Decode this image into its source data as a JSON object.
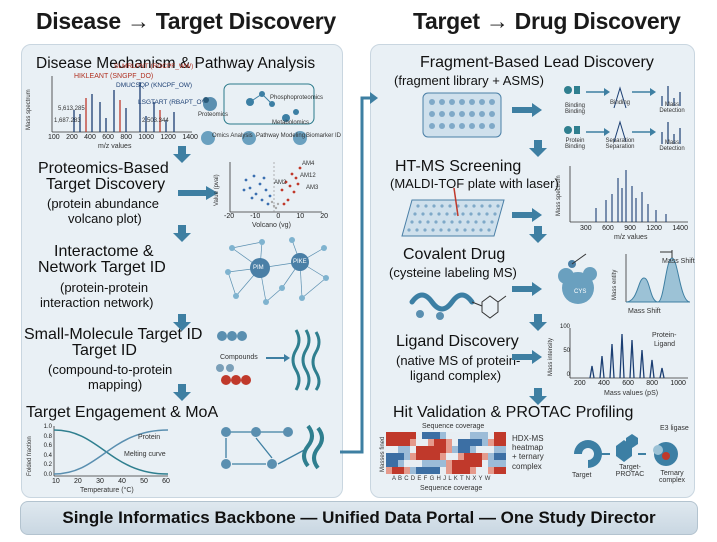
{
  "headers": {
    "left": "Disease → Target Discovery",
    "right": "Target → Drug Discovery"
  },
  "left": {
    "s1": {
      "title": "Disease Mechanism & Pathway Analysis",
      "xlabel": "m/z values",
      "ylabel": "Mass spectrum",
      "ticks": [
        "100",
        "200",
        "400",
        "600",
        "800",
        "1000",
        "1200",
        "1400"
      ],
      "peaks": [
        "HIKLEANT (SNGPF_DO)",
        "SLMRLPNT (RGCPF_WW)",
        "DMUCSQP (KNCPF_OW)",
        "LSGTART (RBAPT_OV)",
        "5,613.285",
        "1,687.283",
        "2,503.344"
      ],
      "icons": [
        "Proteomics",
        "Phosphoproteomics",
        "Metabolomics",
        "Omics Analysis",
        "Pathway Modeling",
        "Biomarker ID"
      ]
    },
    "s2": {
      "title1": "Proteomics-Based",
      "title2": "Target Discovery",
      "sub1": "(protein abundance",
      "sub2": "volcano plot)",
      "xlabel": "Volcano (vg)",
      "ylabel": "Value (pval)",
      "xticks": [
        "-20",
        "-10",
        "0",
        "10",
        "20"
      ],
      "labels": [
        "AM4",
        "AM12",
        "AM2",
        "AM3"
      ]
    },
    "s3": {
      "title1": "Interactome &",
      "title2": "Network Target ID",
      "sub1": "(protein-protein",
      "sub2": "interaction network)",
      "nodes": [
        "PIM",
        "PIKE"
      ]
    },
    "s4": {
      "title1": "Small-Molecule Target ID",
      "title2": "Target ID",
      "sub1": "(compound-to-protein",
      "sub2": "mapping)",
      "compounds": "Compounds"
    },
    "s5": {
      "title": "Target Engagement & MoA",
      "ylabel": "Folded fraction",
      "xlabel": "Temperature (°C)",
      "xticks": [
        "10",
        "20",
        "30",
        "40",
        "50",
        "60"
      ],
      "yticks": [
        "1.0",
        "0.8",
        "0.6",
        "0.4",
        "0.2",
        "0.0"
      ],
      "legend1": "Protein",
      "legend2": "Melting curve"
    }
  },
  "right": {
    "r1": {
      "title": "Fragment-Based Lead Discovery",
      "sub": "(fragment library + ASMS)",
      "labels": [
        "Binding",
        "Binding",
        "Binding",
        "Mass Detection",
        "Protein Binding",
        "Separation",
        "Separation",
        "Mass Detection"
      ]
    },
    "r2": {
      "title": "HT-MS Screening",
      "sub": "(MALDI-TOF plate with laser)",
      "xlabel": "m/z values",
      "ylabel": "Mass spectrum",
      "xticks": [
        "300",
        "600",
        "900",
        "1200",
        "1400"
      ]
    },
    "r3": {
      "title": "Covalent Drug",
      "sub": "(cysteine labeling MS)",
      "cys": "CYS",
      "ylabel": "Mass entity",
      "shift1": "Mass Shift",
      "shift2": "Mass Shift"
    },
    "r4": {
      "title": "Ligand Discovery",
      "sub1": "(native MS of protein-",
      "sub2": "ligand complex)",
      "ylabel": "Mass intensity",
      "xlabel": "Mass values (pS)",
      "xticks": [
        "200",
        "400",
        "600",
        "800",
        "1000"
      ],
      "yticks": [
        "100",
        "50",
        "0"
      ],
      "legend1": "Protein-",
      "legend2": "Ligand"
    },
    "r5": {
      "title": "Hit Validation & PROTAC Profiling",
      "cov_top": "Sequence coverage",
      "cov_bottom": "Sequence coverage",
      "ylabel": "Masses fined",
      "letters": "A B C D E F G H J L K T N X Y W",
      "hdx1": "HDX-MS",
      "hdx2": "heatmap",
      "hdx3": "+ ternary",
      "hdx4": "complex",
      "e3": "E3 ligase",
      "target": "Target",
      "protac1": "Target-",
      "protac2": "PROTAC",
      "ternary1": "Ternary",
      "ternary2": "complex"
    }
  },
  "footer": "Single Informatics Backbone — Unified Data Portal — One Study Director"
}
